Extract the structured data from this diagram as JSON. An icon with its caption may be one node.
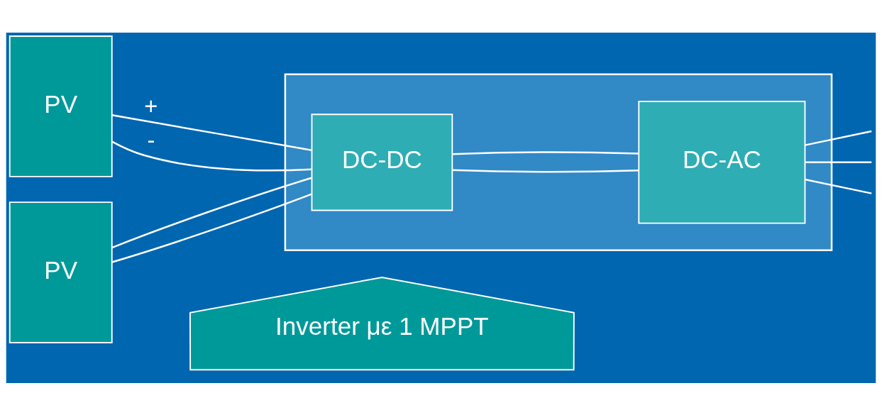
{
  "diagram": {
    "nodes": [
      {
        "text": [],
        "shape": "box"
      },
      {
        "text": [
          "PV"
        ]
      },
      {
        "text": [
          "PV"
        ]
      },
      {
        "text": [
          "DC-DC"
        ],
        "in": 0
      },
      {
        "text": [
          "DC-AC"
        ],
        "in": 0
      },
      {
        "text": [
          "Inverter με 1 MPPT"
        ]
      }
    ],
    "edges": [
      {
        "from": 1,
        "to": 3,
        "arrow": "none",
        "label": "+"
      },
      {
        "from": 1,
        "to": 3,
        "arrow": "none",
        "label": "-"
      },
      {
        "from": 2,
        "to": 3,
        "arrow": "none"
      },
      {
        "from": 2,
        "to": 3,
        "arrow": "none"
      },
      {
        "from": 3,
        "to": 4,
        "arrow": "none"
      },
      {
        "from": 3,
        "to": 4,
        "arrow": "none"
      },
      {
        "from": 4,
        "to": null,
        "arrow": "none"
      },
      {
        "from": 4,
        "to": null,
        "arrow": "none"
      },
      {
        "from": 4,
        "to": null,
        "arrow": "none"
      }
    ]
  }
}
